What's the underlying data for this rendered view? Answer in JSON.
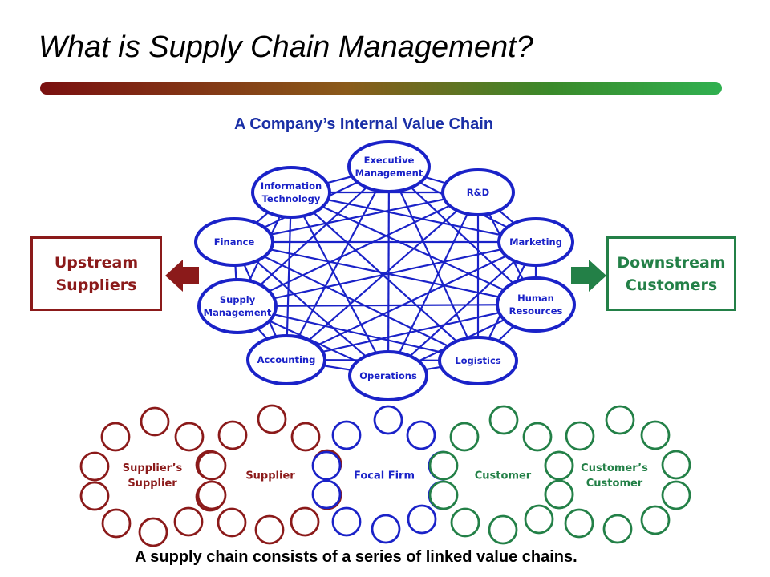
{
  "title": "What is Supply Chain Management?",
  "subtitle": "A Company’s Internal Value Chain",
  "upstream_label": "Upstream Suppliers",
  "downstream_label": "Downstream Customers",
  "caption": "A supply chain consists of a series of linked value chains.",
  "internal_nodes": [
    {
      "id": "executive-management",
      "label": "Executive Management"
    },
    {
      "id": "r-and-d",
      "label": "R&D"
    },
    {
      "id": "marketing",
      "label": "Marketing"
    },
    {
      "id": "human-resources",
      "label": "Human Resources"
    },
    {
      "id": "logistics",
      "label": "Logistics"
    },
    {
      "id": "operations",
      "label": "Operations"
    },
    {
      "id": "accounting",
      "label": "Accounting"
    },
    {
      "id": "supply-management",
      "label": "Supply Management"
    },
    {
      "id": "finance",
      "label": "Finance"
    },
    {
      "id": "information-technology",
      "label": "Information Technology"
    }
  ],
  "chain_rings": [
    {
      "id": "suppliers-supplier",
      "label": "Supplier’s Supplier",
      "color": "#8b1a1a"
    },
    {
      "id": "supplier",
      "label": "Supplier",
      "color": "#8b1a1a"
    },
    {
      "id": "focal-firm",
      "label": "Focal Firm",
      "color": "#1a22c8"
    },
    {
      "id": "customer",
      "label": "Customer",
      "color": "#238047"
    },
    {
      "id": "customers-customer",
      "label": "Customer’s Customer",
      "color": "#238047"
    }
  ],
  "colors": {
    "network_blue": "#1a22c8",
    "title_blue": "#1a2fa6",
    "upstream_red": "#8b1a1a",
    "downstream_green": "#238047"
  }
}
